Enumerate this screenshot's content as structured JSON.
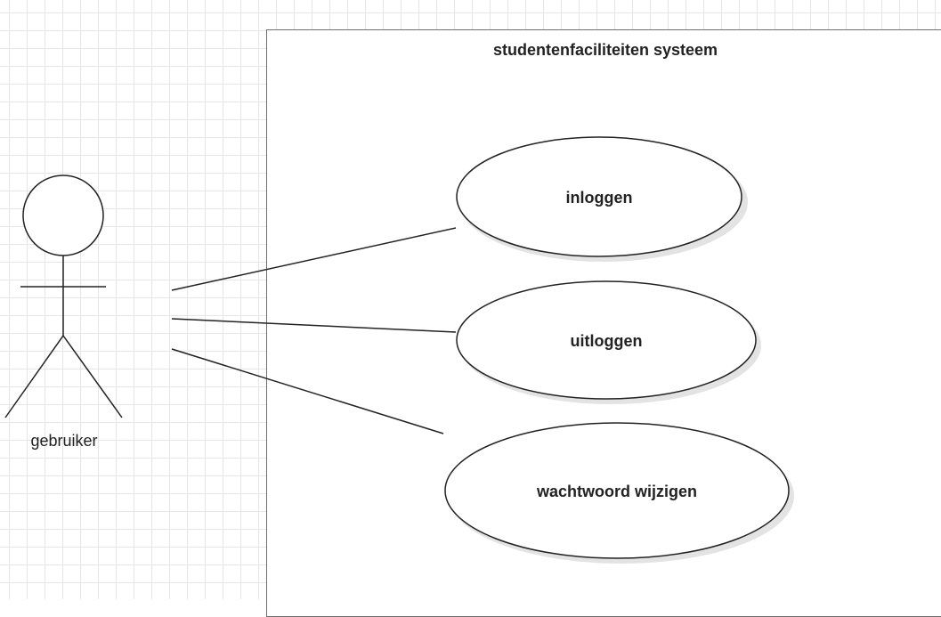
{
  "diagram": {
    "system": {
      "title": "studentenfaciliteiten systeem"
    },
    "actor": {
      "name": "gebruiker"
    },
    "use_cases": [
      {
        "label": "inloggen"
      },
      {
        "label": "uitloggen"
      },
      {
        "label": "wachtwoord wijzigen"
      }
    ],
    "colors": {
      "line": "#222222",
      "grid": "#e6e6e6",
      "shadow": "#e3e3e3",
      "border": "#6f6f6f"
    }
  }
}
